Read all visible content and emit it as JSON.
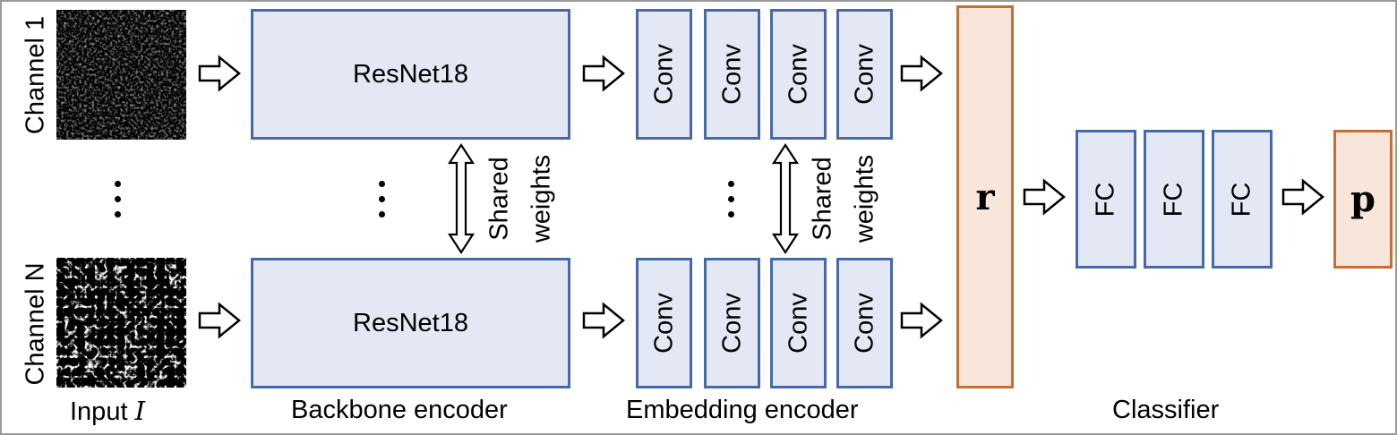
{
  "channels": {
    "first": "Channel 1",
    "last": "Channel N"
  },
  "sections": {
    "input": "Input",
    "input_symbol": "I",
    "backbone": "Backbone encoder",
    "embedding": "Embedding encoder",
    "classifier": "Classifier"
  },
  "blocks": {
    "resnet_top": "ResNet18",
    "resnet_bottom": "ResNet18",
    "conv": "Conv",
    "fc": "FC",
    "r": "r",
    "p": "p"
  },
  "shared": {
    "line1": "Shared",
    "line2": "weights"
  },
  "colors": {
    "blue_fill": "#e3e8f4",
    "blue_border": "#4669a8",
    "orange_fill": "#f8e6da",
    "orange_border": "#c46f35"
  }
}
